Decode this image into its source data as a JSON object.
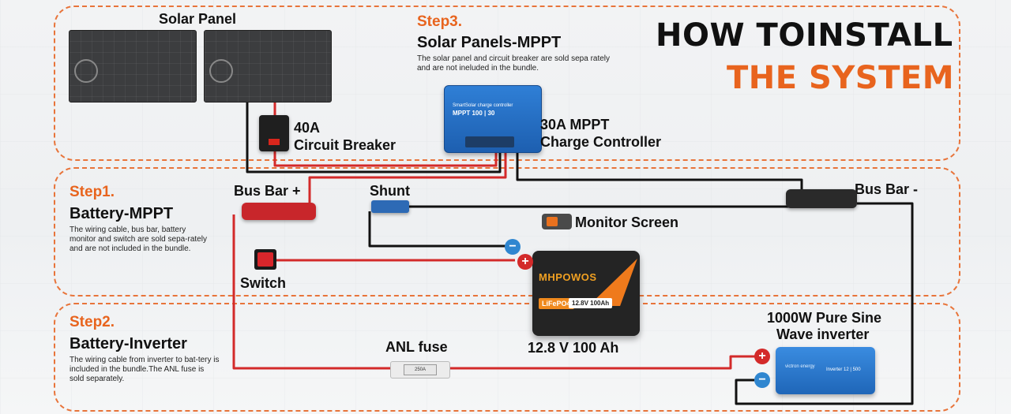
{
  "title": {
    "line1": "HOW TOINSTALL",
    "line2": "THE SYSTEM"
  },
  "steps": {
    "step3": {
      "tag": "Step3.",
      "title": "Solar Panels-MPPT",
      "note": "The solar panel and circuit breaker are sold sepa rately and are not ineluded in the bundle."
    },
    "step1": {
      "tag": "Step1.",
      "title": "Battery-MPPT",
      "note": "The wiring cable, bus bar, battery monitor and switch are sold sepa-rately and are not included in the bundle."
    },
    "step2": {
      "tag": "Step2.",
      "title": "Battery-Inverter",
      "note": "The wiring cable from inverter to bat-tery is included in the bundle.The ANL fuse is sold separately."
    }
  },
  "labels": {
    "solar_panel": "Solar Panel",
    "breaker_line1": "40A",
    "breaker_line2": "Circuit Breaker",
    "mppt_line1": "30A MPPT",
    "mppt_line2": "Charge Controller",
    "bus_bar_pos": "Bus Bar +",
    "bus_bar_neg": "Bus Bar -",
    "shunt": "Shunt",
    "monitor": "Monitor Screen",
    "switch": "Switch",
    "battery": "12.8 V 100 Ah",
    "anl_fuse": "ANL fuse",
    "inverter_line1": "1000W Pure Sine",
    "inverter_line2": "Wave inverter"
  },
  "device_text": {
    "mppt_brand": "SmartSolar charge controller",
    "mppt_model": "MPPT 100 | 30",
    "battery_brand": "MHPOWOS",
    "battery_chem": "LiFePO4",
    "battery_spec": "12.8V 100Ah",
    "inverter_brand": "victron energy",
    "inverter_model": "Inverter 12 | 500",
    "fuse_value": "250A"
  },
  "terminals": {
    "positive": "+",
    "negative": "−"
  },
  "colors": {
    "accent": "#e8641e",
    "wire_pos": "#d32a2a",
    "wire_neg": "#111111",
    "dash": "#e8743a"
  }
}
